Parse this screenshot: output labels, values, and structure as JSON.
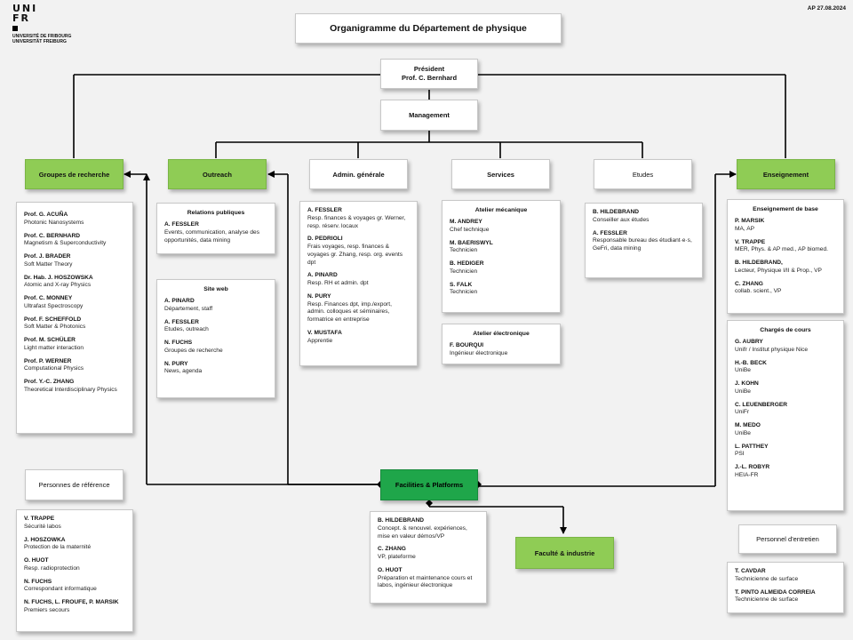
{
  "logo": {
    "line1": "UNI",
    "line2": "FR",
    "sub1": "UNIVERSITÉ DE FRIBOURG",
    "sub2": "UNIVERSITÄT FREIBURG"
  },
  "date_tag": "AP 27.08.2024",
  "title": "Organigramme du Département de physique",
  "president": {
    "label": "Président",
    "name": "Prof. C. Bernhard"
  },
  "management": "Management",
  "nodes": {
    "groupes": "Groupes de recherche",
    "outreach": "Outreach",
    "admin": "Admin. générale",
    "services": "Services",
    "etudes": "Etudes",
    "enseignement": "Enseignement",
    "facilities": "Facilities & Platforms",
    "faculte": "Faculté & industrie",
    "personnes_ref": "Personnes de référence",
    "personnel_entretien": "Personnel d'entretien"
  },
  "groupes_list": [
    {
      "name": "Prof. G. ACUÑA",
      "role": "Photonic Nanosystems"
    },
    {
      "name": "Prof. C. BERNHARD",
      "role": "Magnetism & Superconductivity"
    },
    {
      "name": "Prof. J. BRADER",
      "role": "Soft Matter Theory"
    },
    {
      "name": "Dr. Hab. J. HOSZOWSKA",
      "role": "Atomic and X-ray Physics"
    },
    {
      "name": "Prof. C. MONNEY",
      "role": "Ultrafast Spectroscopy"
    },
    {
      "name": "Prof. F. SCHEFFOLD",
      "role": "Soft Matter & Photonics"
    },
    {
      "name": "Prof. M. SCHÜLER",
      "role": "Light matter interaction"
    },
    {
      "name": "Prof. P. WERNER",
      "role": "Computational Physics"
    },
    {
      "name": "Prof. Y.-C. ZHANG",
      "role": "Theoretical Interdisciplinary Physics"
    }
  ],
  "relations": {
    "title": "Relations publiques",
    "items": [
      {
        "name": "A. FESSLER",
        "role": "Events, communication, analyse des opportunités, data mining"
      }
    ]
  },
  "siteweb": {
    "title": "Site web",
    "items": [
      {
        "name": "A. PINARD",
        "role": "Département, staff"
      },
      {
        "name": "A. FESSLER",
        "role": "Etudes, outreach"
      },
      {
        "name": "N. FUCHS",
        "role": "Groupes de recherche"
      },
      {
        "name": "N. PURY",
        "role": "News, agenda"
      }
    ]
  },
  "admin_list": [
    {
      "name": "A. FESSLER",
      "role": "Resp. finances & voyages gr. Werner, resp. réserv. locaux"
    },
    {
      "name": "D. PEDRIOLI",
      "role": "Frais voyages, resp. finances & voyages gr. Zhang, resp. org. events dpt"
    },
    {
      "name": "A. PINARD",
      "role": "Resp. RH et admin. dpt"
    },
    {
      "name": "N. PURY",
      "role": "Resp. Finances dpt, imp./export, admin. colloques et séminaires, formatrice en entreprise"
    },
    {
      "name": "V. MUSTAFA",
      "role": "Apprentie"
    }
  ],
  "atelier_meca": {
    "title": "Atelier mécanique",
    "items": [
      {
        "name": "M. ANDREY",
        "role": "Chef technique"
      },
      {
        "name": "M. BAERISWYL",
        "role": "Technicien"
      },
      {
        "name": "B. HEDIGER",
        "role": "Technicien"
      },
      {
        "name": "S. FALK",
        "role": "Technicien"
      }
    ]
  },
  "atelier_elec": {
    "title": "Atelier électronique",
    "items": [
      {
        "name": "F. BOURQUI",
        "role": "Ingénieur électronique"
      }
    ]
  },
  "etudes_list": [
    {
      "name": "B. HILDEBRAND",
      "role": "Conseiller aux études"
    },
    {
      "name": "A. FESSLER",
      "role": "Responsable bureau des étudiant·e·s, GeFri, data mining"
    }
  ],
  "ens_base": {
    "title": "Enseignement de base",
    "items": [
      {
        "name": "P. MARSIK",
        "role": "MA, AP"
      },
      {
        "name": "V. TRAPPE",
        "role": "MER, Phys. & AP med., AP biomed."
      },
      {
        "name": "B. HILDEBRAND,",
        "role": "Lecteur, Physique I/II & Prop., VP"
      },
      {
        "name": "C. ZHANG",
        "role": "collab. scient., VP"
      }
    ]
  },
  "charges": {
    "title": "Chargés de cours",
    "items": [
      {
        "name": "G. AUBRY",
        "role": "Unifr / Institut physique Nice"
      },
      {
        "name": "H.-B. BECK",
        "role": "UniBe"
      },
      {
        "name": "J. KOHN",
        "role": "UniBe"
      },
      {
        "name": "C. LEUENBERGER",
        "role": "UniFr"
      },
      {
        "name": "M. MEDO",
        "role": "UniBe"
      },
      {
        "name": "L. PATTHEY",
        "role": "PSI"
      },
      {
        "name": "J.-L. ROBYR",
        "role": "HEIA-FR"
      }
    ]
  },
  "facilities_list": [
    {
      "name": "B. HILDEBRAND",
      "role": "Concept. & renouvel. expériences, mise en valeur démos/VP"
    },
    {
      "name": "C. ZHANG",
      "role": "VP, plateforme"
    },
    {
      "name": "O. HUOT",
      "role": "Préparation et maintenance cours et labos, ingénieur électronique"
    }
  ],
  "ref_list": [
    {
      "name": "V. TRAPPE",
      "role": "Sécurité labos"
    },
    {
      "name": "J. HOSZOWKA",
      "role": "Protection de la maternité"
    },
    {
      "name": "O. HUOT",
      "role": "Resp. radioprotection"
    },
    {
      "name": "N. FUCHS",
      "role": "Correspondant informatique"
    },
    {
      "name": "N. FUCHS, L. FROUFE, P. MARSIK",
      "role": "Premiers secours"
    }
  ],
  "entretien_list": [
    {
      "name": "T. CAVDAR",
      "role": "Technicienne de surface"
    },
    {
      "name": "T. PINTO ALMEIDA CORREIA",
      "role": "Technicienne de surface"
    }
  ]
}
